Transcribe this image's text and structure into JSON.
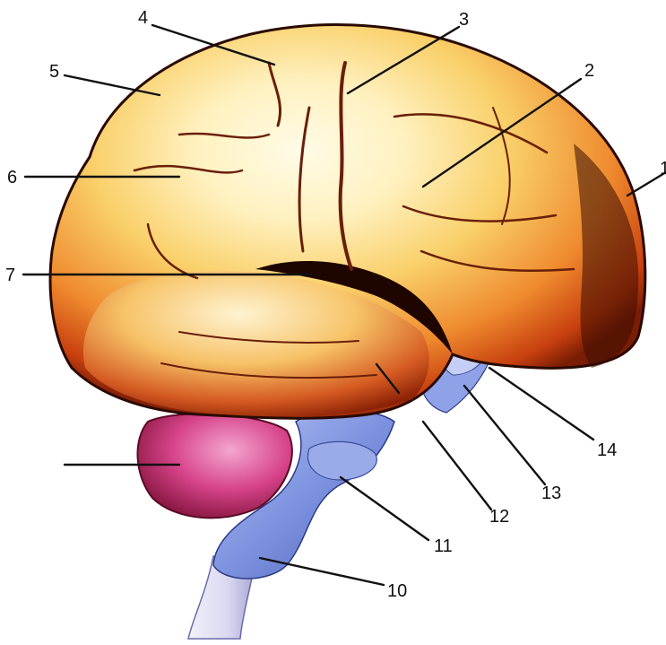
{
  "figure": {
    "labels": [
      {
        "id": "label-1",
        "text": "1"
      },
      {
        "id": "label-2",
        "text": "2"
      },
      {
        "id": "label-3",
        "text": "3"
      },
      {
        "id": "label-4",
        "text": "4"
      },
      {
        "id": "label-5",
        "text": "5"
      },
      {
        "id": "label-6",
        "text": "6"
      },
      {
        "id": "label-7",
        "text": "7"
      },
      {
        "id": "label-10",
        "text": "10"
      },
      {
        "id": "label-11",
        "text": "11"
      },
      {
        "id": "label-12",
        "text": "12"
      },
      {
        "id": "label-13",
        "text": "13"
      },
      {
        "id": "label-14",
        "text": "14"
      }
    ],
    "colors": {
      "cortex_light": "#fff6cf",
      "cortex_mid": "#f5c04e",
      "cortex_dark": "#c8400f",
      "cortex_edge": "#2a0a02",
      "cerebellum": "#c2306a",
      "brainstem": "#7d93e0",
      "spinal_cord": "#e2e2f4",
      "sulcus": "#6a1f08"
    }
  }
}
